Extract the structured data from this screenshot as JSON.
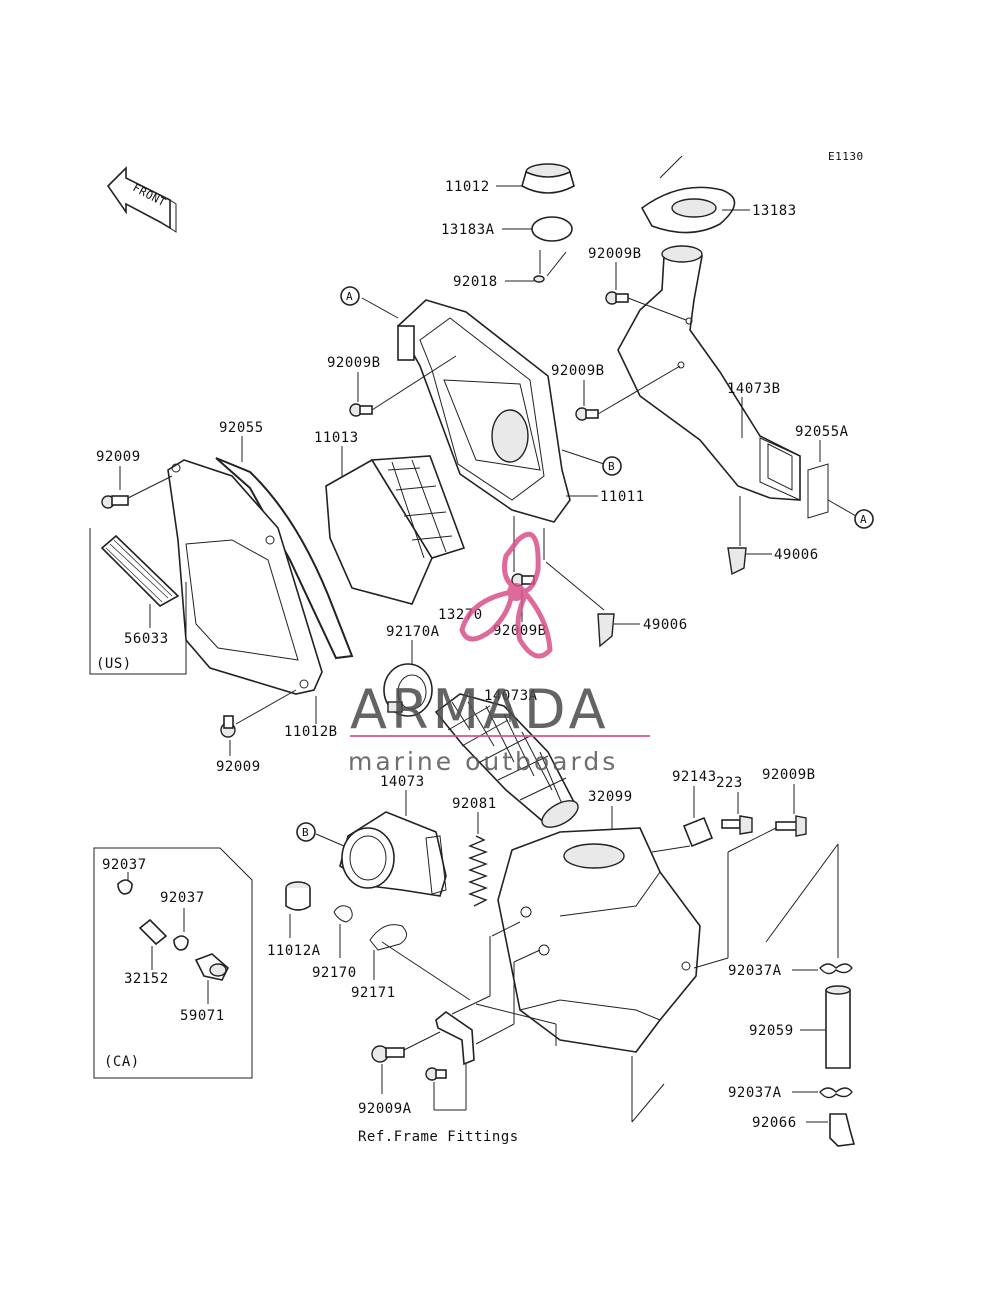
{
  "diagram_code": "E1130",
  "front_label": "FRONT",
  "watermark": {
    "brand": "ARMADA",
    "tagline": "marine outboards",
    "accent": "#d94f8a"
  },
  "refs": {
    "A": "A",
    "B": "B"
  },
  "boxes": {
    "us": "(US)",
    "ca": "(CA)"
  },
  "ref_frame": "Ref.Frame Fittings",
  "parts": {
    "p11012": "11012",
    "p13183A": "13183A",
    "p92018": "92018",
    "p13183": "13183",
    "p92009B_1": "92009B",
    "p92009B_2": "92009B",
    "p92009B_3": "92009B",
    "p92009B_4": "92009B",
    "p92009B_5": "92009B",
    "p14073B": "14073B",
    "p92055A": "92055A",
    "p11011": "11011",
    "p49006_1": "49006",
    "p49006_2": "49006",
    "p92009_1": "92009",
    "p92055": "92055",
    "p11013": "11013",
    "p56033": "56033",
    "p13270": "13270",
    "p92170A": "92170A",
    "p14073A": "14073A",
    "p11012B": "11012B",
    "p92009_2": "92009",
    "p14073": "14073",
    "p92081": "92081",
    "p32099": "32099",
    "p92143": "92143",
    "p223": "223",
    "p92037_1": "92037",
    "p92037_2": "92037",
    "p32152": "32152",
    "p59071": "59071",
    "p11012A": "11012A",
    "p92170": "92170",
    "p92171": "92171",
    "p92037A_1": "92037A",
    "p92059": "92059",
    "p92037A_2": "92037A",
    "p92066": "92066",
    "p92009A": "92009A"
  }
}
